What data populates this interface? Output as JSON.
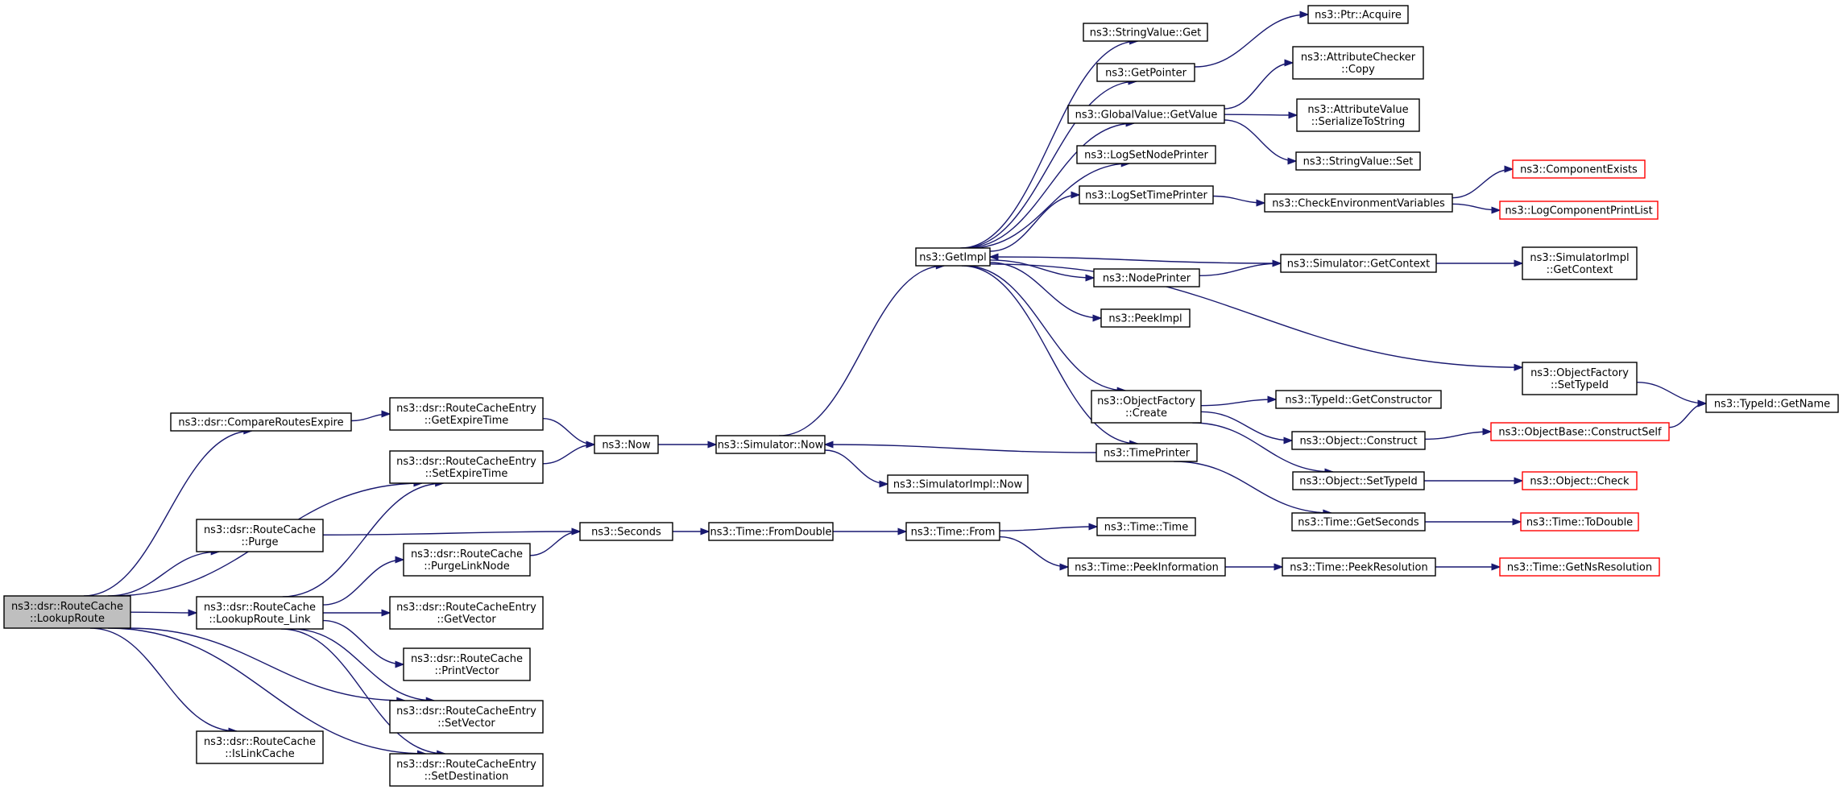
{
  "colors": {
    "edge": "#191970",
    "root_fill": "#bfbfbf",
    "normal_border": "#000000",
    "truncated_border": "#ff0000",
    "background": "#ffffff"
  },
  "nodes": [
    {
      "id": "root",
      "lines": [
        "ns3::dsr::RouteCache",
        "::LookupRoute"
      ],
      "style": "root"
    },
    {
      "id": "compareExpire",
      "lines": [
        "ns3::dsr::CompareRoutesExpire"
      ]
    },
    {
      "id": "purge",
      "lines": [
        "ns3::dsr::RouteCache",
        "::Purge"
      ]
    },
    {
      "id": "lookupLink",
      "lines": [
        "ns3::dsr::RouteCache",
        "::LookupRoute_Link"
      ]
    },
    {
      "id": "isLinkCache",
      "lines": [
        "ns3::dsr::RouteCache",
        "::IsLinkCache"
      ]
    },
    {
      "id": "getExpire",
      "lines": [
        "ns3::dsr::RouteCacheEntry",
        "::GetExpireTime"
      ]
    },
    {
      "id": "setExpire",
      "lines": [
        "ns3::dsr::RouteCacheEntry",
        "::SetExpireTime"
      ]
    },
    {
      "id": "purgeLinkNode",
      "lines": [
        "ns3::dsr::RouteCache",
        "::PurgeLinkNode"
      ]
    },
    {
      "id": "getVector",
      "lines": [
        "ns3::dsr::RouteCacheEntry",
        "::GetVector"
      ]
    },
    {
      "id": "printVector",
      "lines": [
        "ns3::dsr::RouteCache",
        "::PrintVector"
      ]
    },
    {
      "id": "setVector",
      "lines": [
        "ns3::dsr::RouteCacheEntry",
        "::SetVector"
      ]
    },
    {
      "id": "setDest",
      "lines": [
        "ns3::dsr::RouteCacheEntry",
        "::SetDestination"
      ]
    },
    {
      "id": "now",
      "lines": [
        "ns3::Now"
      ]
    },
    {
      "id": "seconds",
      "lines": [
        "ns3::Seconds"
      ]
    },
    {
      "id": "simNow",
      "lines": [
        "ns3::Simulator::Now"
      ]
    },
    {
      "id": "fromDouble",
      "lines": [
        "ns3::Time::FromDouble"
      ]
    },
    {
      "id": "simImplNow",
      "lines": [
        "ns3::SimulatorImpl::Now"
      ]
    },
    {
      "id": "getImpl",
      "lines": [
        "ns3::GetImpl"
      ]
    },
    {
      "id": "timeFrom",
      "lines": [
        "ns3::Time::From"
      ]
    },
    {
      "id": "strGet",
      "lines": [
        "ns3::StringValue::Get"
      ]
    },
    {
      "id": "getPointer",
      "lines": [
        "ns3::GetPointer"
      ]
    },
    {
      "id": "gvGet",
      "lines": [
        "ns3::GlobalValue::GetValue"
      ]
    },
    {
      "id": "logNode",
      "lines": [
        "ns3::LogSetNodePrinter"
      ]
    },
    {
      "id": "logTime",
      "lines": [
        "ns3::LogSetTimePrinter"
      ]
    },
    {
      "id": "nodePrinter",
      "lines": [
        "ns3::NodePrinter"
      ]
    },
    {
      "id": "peekImpl",
      "lines": [
        "ns3::PeekImpl"
      ]
    },
    {
      "id": "ofCreate",
      "lines": [
        "ns3::ObjectFactory",
        "::Create"
      ]
    },
    {
      "id": "timePrinter",
      "lines": [
        "ns3::TimePrinter"
      ]
    },
    {
      "id": "timeTime",
      "lines": [
        "ns3::Time::Time"
      ]
    },
    {
      "id": "peekInfo",
      "lines": [
        "ns3::Time::PeekInformation"
      ]
    },
    {
      "id": "ptrAcquire",
      "lines": [
        "ns3::Ptr::Acquire"
      ]
    },
    {
      "id": "attrCopy",
      "lines": [
        "ns3::AttributeChecker",
        "::Copy"
      ]
    },
    {
      "id": "attrSer",
      "lines": [
        "ns3::AttributeValue",
        "::SerializeToString"
      ]
    },
    {
      "id": "strSet",
      "lines": [
        "ns3::StringValue::Set"
      ]
    },
    {
      "id": "checkEnv",
      "lines": [
        "ns3::CheckEnvironmentVariables"
      ]
    },
    {
      "id": "simGetCtx",
      "lines": [
        "ns3::Simulator::GetContext"
      ]
    },
    {
      "id": "typeGetCtor",
      "lines": [
        "ns3::TypeId::GetConstructor"
      ]
    },
    {
      "id": "objConstruct",
      "lines": [
        "ns3::Object::Construct"
      ]
    },
    {
      "id": "objSetType",
      "lines": [
        "ns3::Object::SetTypeId"
      ]
    },
    {
      "id": "timeGetSec",
      "lines": [
        "ns3::Time::GetSeconds"
      ]
    },
    {
      "id": "peekRes",
      "lines": [
        "ns3::Time::PeekResolution"
      ]
    },
    {
      "id": "compExists",
      "lines": [
        "ns3::ComponentExists"
      ],
      "style": "truncated"
    },
    {
      "id": "logCompPrint",
      "lines": [
        "ns3::LogComponentPrintList"
      ],
      "style": "truncated"
    },
    {
      "id": "simImplCtx",
      "lines": [
        "ns3::SimulatorImpl",
        "::GetContext"
      ]
    },
    {
      "id": "ofSetType",
      "lines": [
        "ns3::ObjectFactory",
        "::SetTypeId"
      ]
    },
    {
      "id": "objBaseCS",
      "lines": [
        "ns3::ObjectBase::ConstructSelf"
      ],
      "style": "truncated"
    },
    {
      "id": "objCheck",
      "lines": [
        "ns3::Object::Check"
      ],
      "style": "truncated"
    },
    {
      "id": "toDouble",
      "lines": [
        "ns3::Time::ToDouble"
      ],
      "style": "truncated"
    },
    {
      "id": "getNsRes",
      "lines": [
        "ns3::Time::GetNsResolution"
      ],
      "style": "truncated"
    },
    {
      "id": "typeGetName",
      "lines": [
        "ns3::TypeId::GetName"
      ]
    }
  ],
  "edges": [
    [
      "root",
      "compareExpire"
    ],
    [
      "root",
      "setExpire"
    ],
    [
      "root",
      "purge"
    ],
    [
      "root",
      "lookupLink"
    ],
    [
      "root",
      "isLinkCache"
    ],
    [
      "root",
      "setVector"
    ],
    [
      "root",
      "setDest"
    ],
    [
      "compareExpire",
      "getExpire"
    ],
    [
      "purge",
      "seconds"
    ],
    [
      "lookupLink",
      "setExpire"
    ],
    [
      "lookupLink",
      "purgeLinkNode"
    ],
    [
      "lookupLink",
      "getVector"
    ],
    [
      "lookupLink",
      "printVector"
    ],
    [
      "lookupLink",
      "setVector"
    ],
    [
      "lookupLink",
      "setDest"
    ],
    [
      "getExpire",
      "now"
    ],
    [
      "setExpire",
      "now"
    ],
    [
      "purgeLinkNode",
      "seconds"
    ],
    [
      "now",
      "simNow"
    ],
    [
      "seconds",
      "fromDouble"
    ],
    [
      "simNow",
      "getImpl"
    ],
    [
      "simNow",
      "simImplNow"
    ],
    [
      "fromDouble",
      "timeFrom"
    ],
    [
      "getImpl",
      "strGet"
    ],
    [
      "getImpl",
      "getPointer"
    ],
    [
      "getImpl",
      "gvGet"
    ],
    [
      "getImpl",
      "logNode"
    ],
    [
      "getImpl",
      "logTime"
    ],
    [
      "getImpl",
      "nodePrinter"
    ],
    [
      "getImpl",
      "peekImpl"
    ],
    [
      "getImpl",
      "ofSetType"
    ],
    [
      "getImpl",
      "ofCreate"
    ],
    [
      "getImpl",
      "timePrinter"
    ],
    [
      "timeFrom",
      "timeTime"
    ],
    [
      "timeFrom",
      "peekInfo"
    ],
    [
      "getPointer",
      "ptrAcquire"
    ],
    [
      "gvGet",
      "attrCopy"
    ],
    [
      "gvGet",
      "attrSer"
    ],
    [
      "gvGet",
      "strSet"
    ],
    [
      "logTime",
      "checkEnv"
    ],
    [
      "nodePrinter",
      "simGetCtx"
    ],
    [
      "ofCreate",
      "typeGetCtor"
    ],
    [
      "ofCreate",
      "objConstruct"
    ],
    [
      "ofCreate",
      "objSetType"
    ],
    [
      "timePrinter",
      "simNow"
    ],
    [
      "timePrinter",
      "timeGetSec"
    ],
    [
      "peekInfo",
      "peekRes"
    ],
    [
      "checkEnv",
      "compExists"
    ],
    [
      "checkEnv",
      "logCompPrint"
    ],
    [
      "simGetCtx",
      "getImpl"
    ],
    [
      "simGetCtx",
      "simImplCtx"
    ],
    [
      "objConstruct",
      "objBaseCS"
    ],
    [
      "objSetType",
      "objCheck"
    ],
    [
      "timeGetSec",
      "toDouble"
    ],
    [
      "peekRes",
      "getNsRes"
    ],
    [
      "ofSetType",
      "typeGetName"
    ],
    [
      "objBaseCS",
      "typeGetName"
    ]
  ]
}
